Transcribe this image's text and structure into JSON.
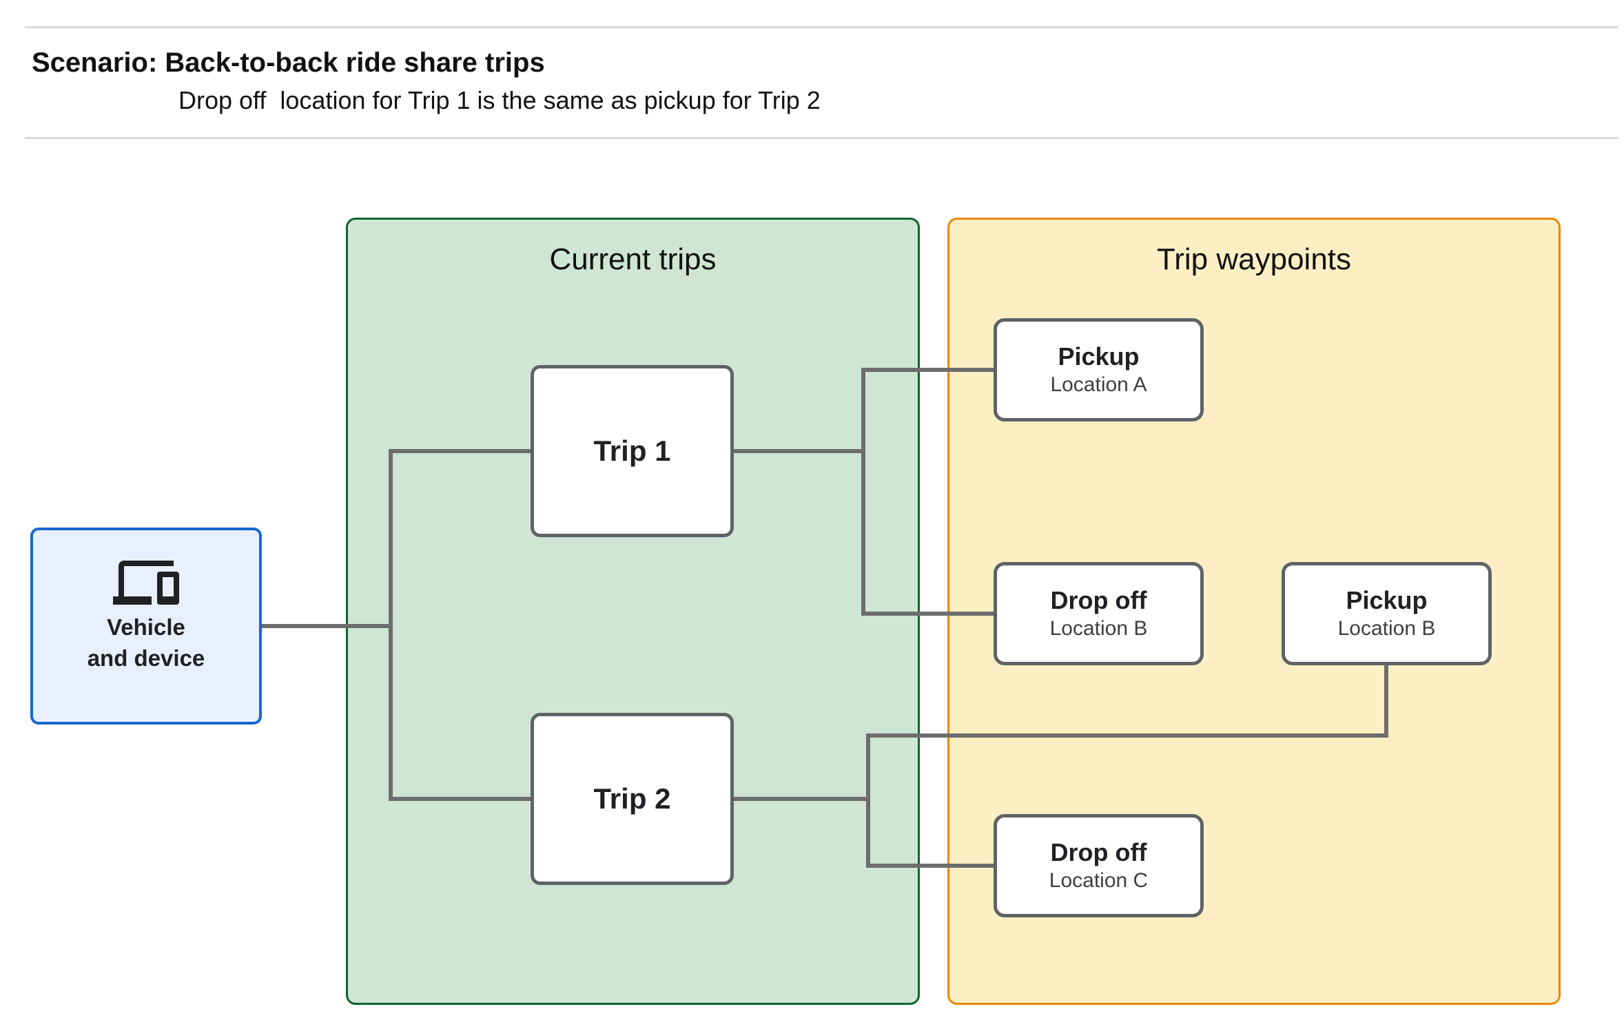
{
  "header": {
    "title": "Scenario: Back-to-back ride share trips",
    "subtitle": "Drop off  location for Trip 1 is the same as pickup for Trip 2"
  },
  "groups": {
    "current_trips": {
      "title": "Current trips"
    },
    "trip_waypoints": {
      "title": "Trip waypoints"
    }
  },
  "nodes": {
    "vehicle": {
      "line1": "Vehicle",
      "line2": "and device",
      "icon": "devices-icon"
    },
    "trip1": {
      "label": "Trip 1"
    },
    "trip2": {
      "label": "Trip 2"
    },
    "pickup_a": {
      "title": "Pickup",
      "subtitle": "Location A"
    },
    "dropoff_b": {
      "title": "Drop off",
      "subtitle": "Location B"
    },
    "pickup_b": {
      "title": "Pickup",
      "subtitle": "Location B"
    },
    "dropoff_c": {
      "title": "Drop off",
      "subtitle": "Location C"
    }
  },
  "colors": {
    "green_fill": "#cee6d3",
    "green_border": "#0d652d",
    "yellow_fill": "#fdefc3",
    "yellow_border": "#ea8600",
    "blue_fill": "#e8f0fe",
    "blue_border": "#1967d2",
    "node_border": "#5f6368",
    "connector": "#6d6d6d",
    "divider": "#d9d9d9",
    "text": "#202124"
  }
}
